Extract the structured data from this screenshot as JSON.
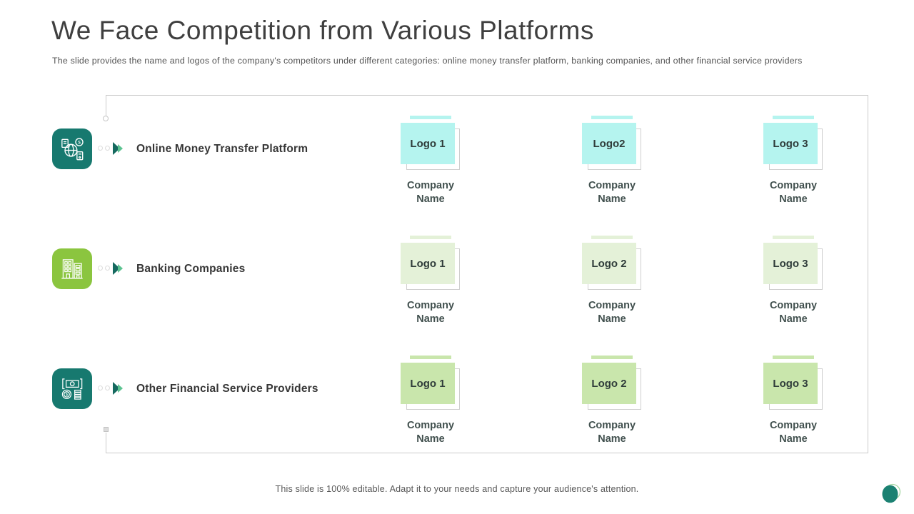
{
  "slide": {
    "title": "We Face Competition from Various Platforms",
    "subtitle": "The slide provides the name and logos of the company's competitors under different categories: online money transfer platform, banking companies, and other financial service providers",
    "footer": "This slide is 100% editable. Adapt it to your needs and capture your audience's attention."
  },
  "colors": {
    "teal": "#17796f",
    "green": "#8bc53f",
    "cyan_box": "#b5f4ef",
    "pale_green_box": "#e4f1d8",
    "mid_green_box": "#c9e6ac",
    "frame_border": "#cbcbcb",
    "title_text": "#3f3f3f",
    "body_text": "#555555"
  },
  "icons": {
    "row1": "money-transfer-icon",
    "row2": "bank-buildings-icon",
    "row3": "financial-services-icon",
    "marker": "arrow-marker-icon",
    "decor": "teal-circle-decor"
  },
  "rows": [
    {
      "label": "Online Money Transfer Platform",
      "logos": [
        {
          "label": "Logo 1",
          "company": "Company Name"
        },
        {
          "label": "Logo2",
          "company": "Company Name"
        },
        {
          "label": "Logo 3",
          "company": "Company Name"
        }
      ]
    },
    {
      "label": "Banking Companies",
      "logos": [
        {
          "label": "Logo 1",
          "company": "Company Name"
        },
        {
          "label": "Logo 2",
          "company": "Company Name"
        },
        {
          "label": "Logo 3",
          "company": "Company Name"
        }
      ]
    },
    {
      "label": "Other Financial Service Providers",
      "logos": [
        {
          "label": "Logo 1",
          "company": "Company Name"
        },
        {
          "label": "Logo 2",
          "company": "Company Name"
        },
        {
          "label": "Logo 3",
          "company": "Company Name"
        }
      ]
    }
  ]
}
